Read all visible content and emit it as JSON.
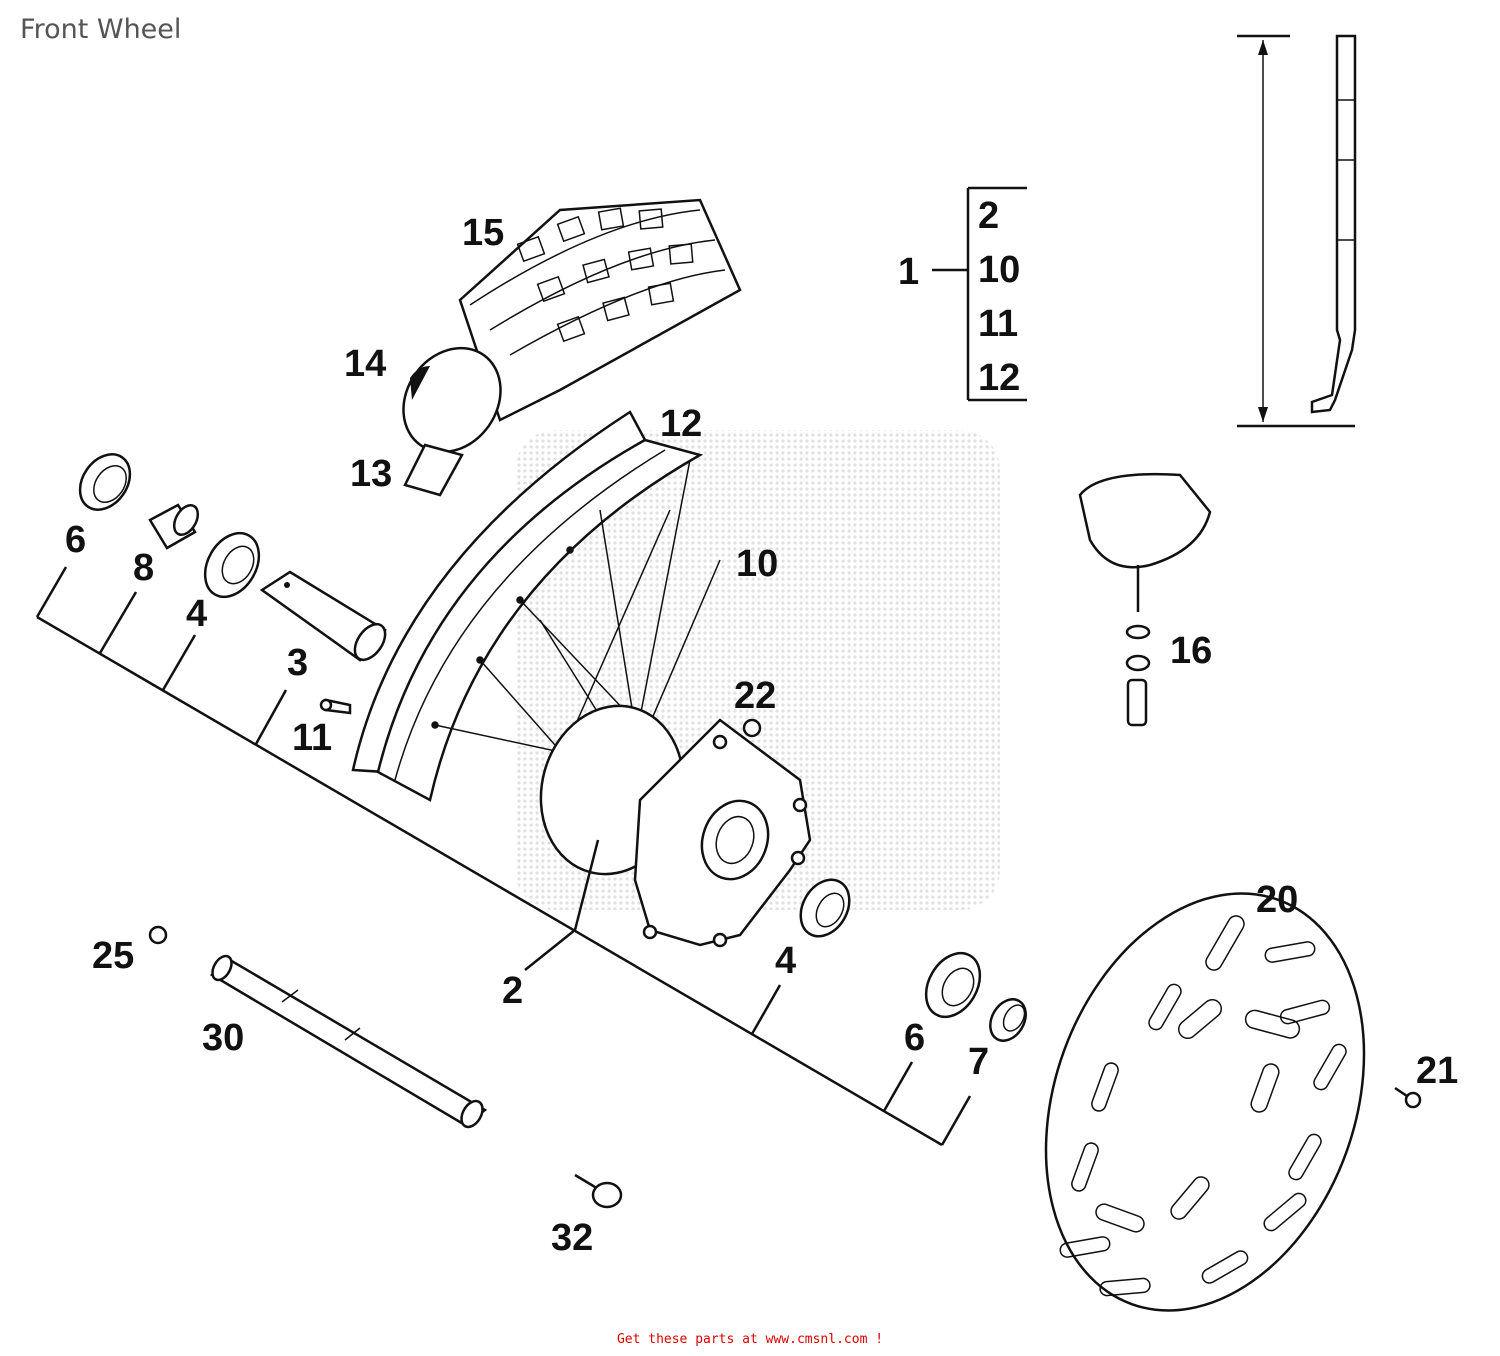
{
  "title": "Front Wheel",
  "footer_link": "Get these parts at www.cmsnl.com !",
  "colors": {
    "title": "#555555",
    "footer_link": "#dd0000",
    "line_art": "#111111",
    "watermark": "#c8c8c8"
  },
  "kit": {
    "label": "1",
    "items": [
      "2",
      "10",
      "11",
      "12"
    ]
  },
  "callouts": {
    "rim": "12",
    "spokes": "10",
    "hub": "2",
    "tire": "15",
    "tube": "14",
    "rim_tape": "13",
    "seal_left": "6",
    "spacer_left": "8",
    "bearing_left": "4",
    "axle_spacer": "3",
    "nipple": "11",
    "screw_22": "22",
    "bearing_right": "4",
    "seal_right": "6",
    "spacer_right": "7",
    "nut_25": "25",
    "axle": "30",
    "bolt_32": "32",
    "tire_lock": "16",
    "disc": "20",
    "disc_screw": "21"
  }
}
